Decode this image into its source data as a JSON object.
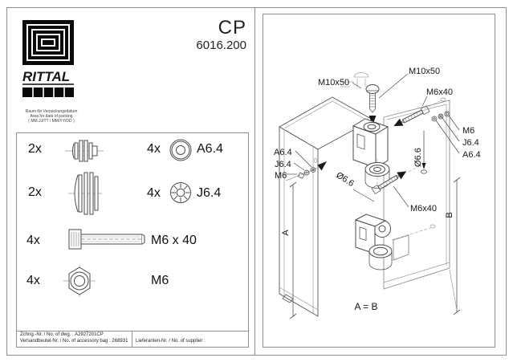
{
  "header": {
    "brand": "RITTAL",
    "product_line": "CP",
    "model_number": "6016.200",
    "packing_note_line1": "Raum für Verpackungsdatum",
    "packing_note_line2": "Area for date of packing",
    "packing_note_line3": "( MM.JJ/TT / MM/YY/DD )"
  },
  "parts_list": {
    "items": [
      {
        "qty": "2x",
        "icon": "sealing-plug-small",
        "label": ""
      },
      {
        "qty": "4x",
        "icon": "flat-washer",
        "label": "A6.4"
      },
      {
        "qty": "2x",
        "icon": "sealing-plug-large",
        "label": ""
      },
      {
        "qty": "4x",
        "icon": "serrated-washer",
        "label": "J6.4"
      },
      {
        "qty": "4x",
        "icon": "socket-head-screw",
        "label": "M6 x 40"
      },
      {
        "qty": "4x",
        "icon": "hex-nut",
        "label": "M6"
      }
    ]
  },
  "title_block": {
    "drawing_label": "Zchng.-Nr. / No. of dwg. :",
    "drawing_number": "A2927201CP",
    "bag_label": "Versandbeutel-Nr. / No. of accessory bag :",
    "bag_number": "268931",
    "supplier_label": "Lieferanten-Nr. / No. of supplier :"
  },
  "diagram": {
    "labels": {
      "m10x50_left": "M10x50",
      "m10x50_right": "M10x50",
      "m6x40_upper": "M6x40",
      "m6x40_middle": "M6x40",
      "stack_right_nut": "M6",
      "stack_right_serrated": "J6.4",
      "stack_right_washer": "A6.4",
      "stack_left_washer": "A6.4",
      "stack_left_serrated": "J6.4",
      "stack_left_nut": "M6",
      "hole_dia_left": "Ø6.6",
      "hole_dia_right": "Ø6.6",
      "dim_a": "A",
      "dim_b": "B",
      "equation": "A = B"
    },
    "colors": {
      "ink": "#4a4a4a",
      "ghost": "#9a9a9a"
    }
  }
}
